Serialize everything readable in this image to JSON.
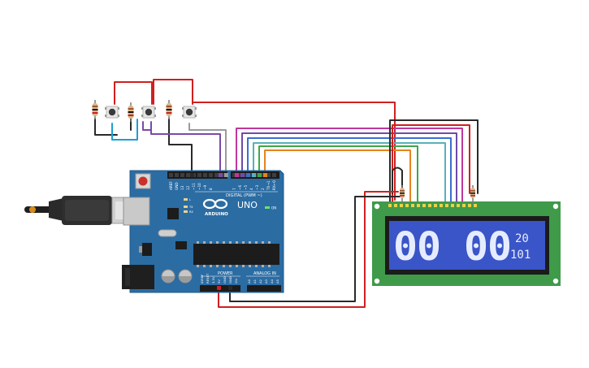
{
  "arduino": {
    "board_name": "UNO",
    "brand": "ARDUINO",
    "digital_label": "DIGITAL (PWM ~)",
    "power_label": "POWER",
    "analog_label": "ANALOG IN",
    "on_label": "ON",
    "l_label": "L",
    "tx_label": "TX",
    "rx_label": "RX",
    "top_pins": [
      "AREF",
      "GND",
      "13",
      "12",
      "~11",
      "~10",
      "~9",
      "8",
      "7",
      "~6",
      "~5",
      "4",
      "~3",
      "2",
      "TX→1",
      "RX←0"
    ],
    "power_pins": [
      "IOREF",
      "RESET",
      "3.3V",
      "5V",
      "GND",
      "GND",
      "Vin"
    ],
    "analog_pins": [
      "A0",
      "A1",
      "A2",
      "A3",
      "A4",
      "A5"
    ]
  },
  "lcd": {
    "big_digits": "00 00",
    "line1": "20",
    "line2": "101"
  },
  "colors": {
    "board": "#2b6ca3",
    "lcd_pcb": "#3f9a4a",
    "lcd_screen": "#3a55c8",
    "wire_red": "#d11f1f",
    "wire_black": "#2a2a2a"
  }
}
